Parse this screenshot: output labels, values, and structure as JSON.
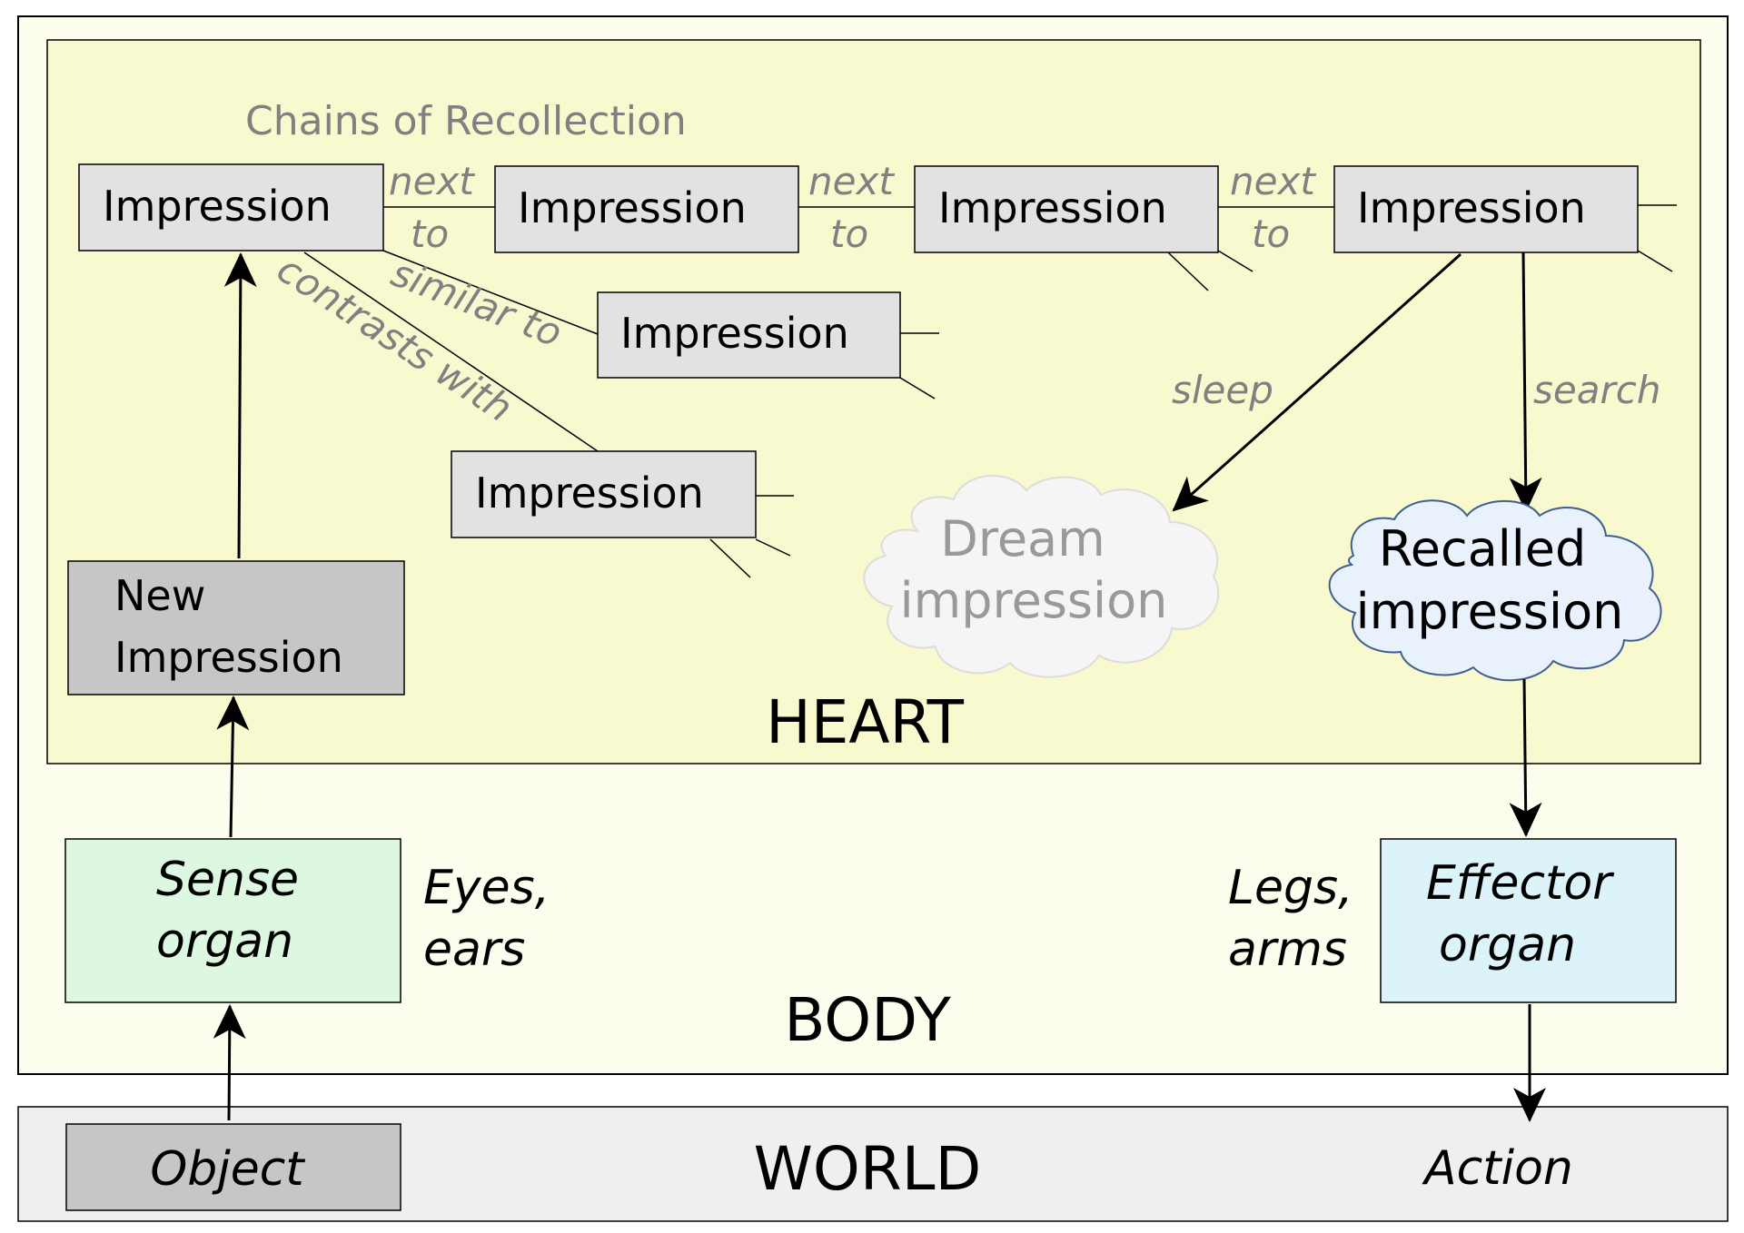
{
  "regions": {
    "heart": "HEART",
    "body": "BODY",
    "world": "WORLD"
  },
  "chain_title": "Chains of Recollection",
  "impressions": {
    "i1": "Impression",
    "i2": "Impression",
    "i3": "Impression",
    "i4": "Impression",
    "i5": "Impression",
    "i6": "Impression"
  },
  "links": {
    "next1_a": "next",
    "next1_b": "to",
    "next2_a": "next",
    "next2_b": "to",
    "next3_a": "next",
    "next3_b": "to",
    "similar": "similar to",
    "contrasts": "contrasts with",
    "sleep": "sleep",
    "search": "search"
  },
  "new_impression": {
    "line1": "New",
    "line2": "Impression"
  },
  "dream": {
    "line1": "Dream",
    "line2": "impression"
  },
  "recalled": {
    "line1": "Recalled",
    "line2": "impression"
  },
  "sense": {
    "line1": "Sense",
    "line2": "organ"
  },
  "sense_note": {
    "line1": "Eyes,",
    "line2": "ears"
  },
  "effector": {
    "line1": "Effector",
    "line2": "organ"
  },
  "effector_note": {
    "line1": "Legs,",
    "line2": "arms"
  },
  "object": "Object",
  "action": "Action",
  "colors": {
    "body_fill": "#fdfdee",
    "heart_fill": "#f9f9cf",
    "world_fill": "#efefef",
    "impression_fill": "#e2e2e2",
    "new_impression_fill": "#c6c6c6",
    "sense_fill": "#dcf8e1",
    "effector_fill": "#dcf3fa",
    "recalled_fill": "#e9f1fd",
    "dream_fill": "#f5f5f5",
    "label_gray": "#808080"
  }
}
